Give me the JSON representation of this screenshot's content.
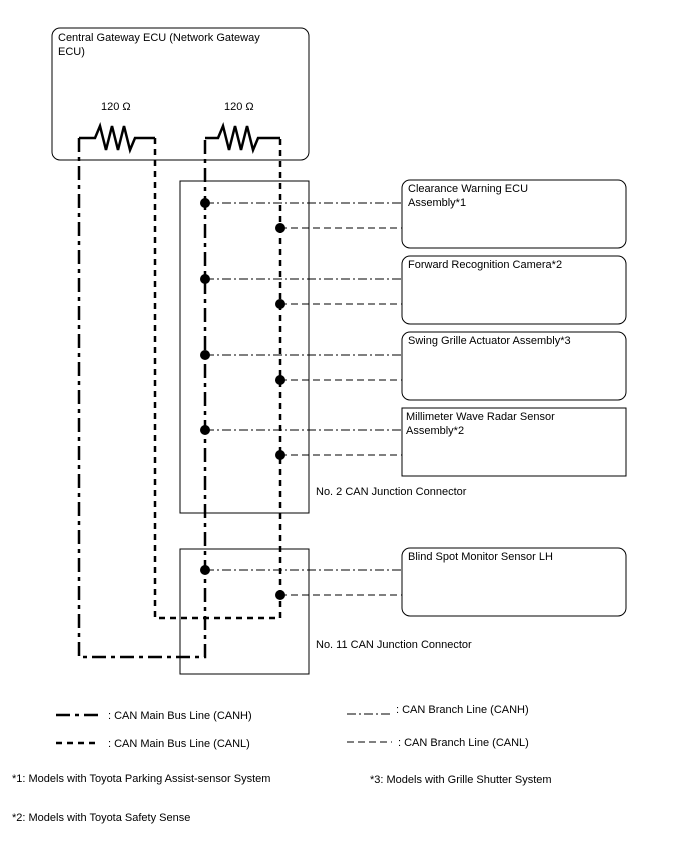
{
  "gateway": {
    "line1": "Central Gateway ECU (Network Gateway",
    "line2": "ECU)",
    "resistor_left": "120 Ω",
    "resistor_right": "120 Ω"
  },
  "ecus": [
    {
      "line1": "Clearance Warning ECU",
      "line2": "Assembly*1"
    },
    {
      "line1": "Forward Recognition Camera*2",
      "line2": ""
    },
    {
      "line1": "Swing Grille Actuator Assembly*3",
      "line2": ""
    },
    {
      "line1": "Millimeter Wave Radar Sensor",
      "line2": "Assembly*2"
    },
    {
      "line1": "Blind Spot Monitor Sensor LH",
      "line2": ""
    }
  ],
  "junctions": {
    "no2": "No. 2 CAN Junction Connector",
    "no11": "No. 11 CAN Junction Connector"
  },
  "legend": {
    "main_canh": ": CAN Main Bus Line (CANH)",
    "main_canl": ": CAN Main Bus Line (CANL)",
    "branch_canh": ": CAN Branch Line (CANH)",
    "branch_canl": ": CAN Branch Line (CANL)"
  },
  "notes": {
    "n1": "*1: Models with Toyota Parking Assist-sensor System",
    "n2": "*2: Models with Toyota Safety Sense",
    "n3": "*3: Models with Grille Shutter System"
  }
}
